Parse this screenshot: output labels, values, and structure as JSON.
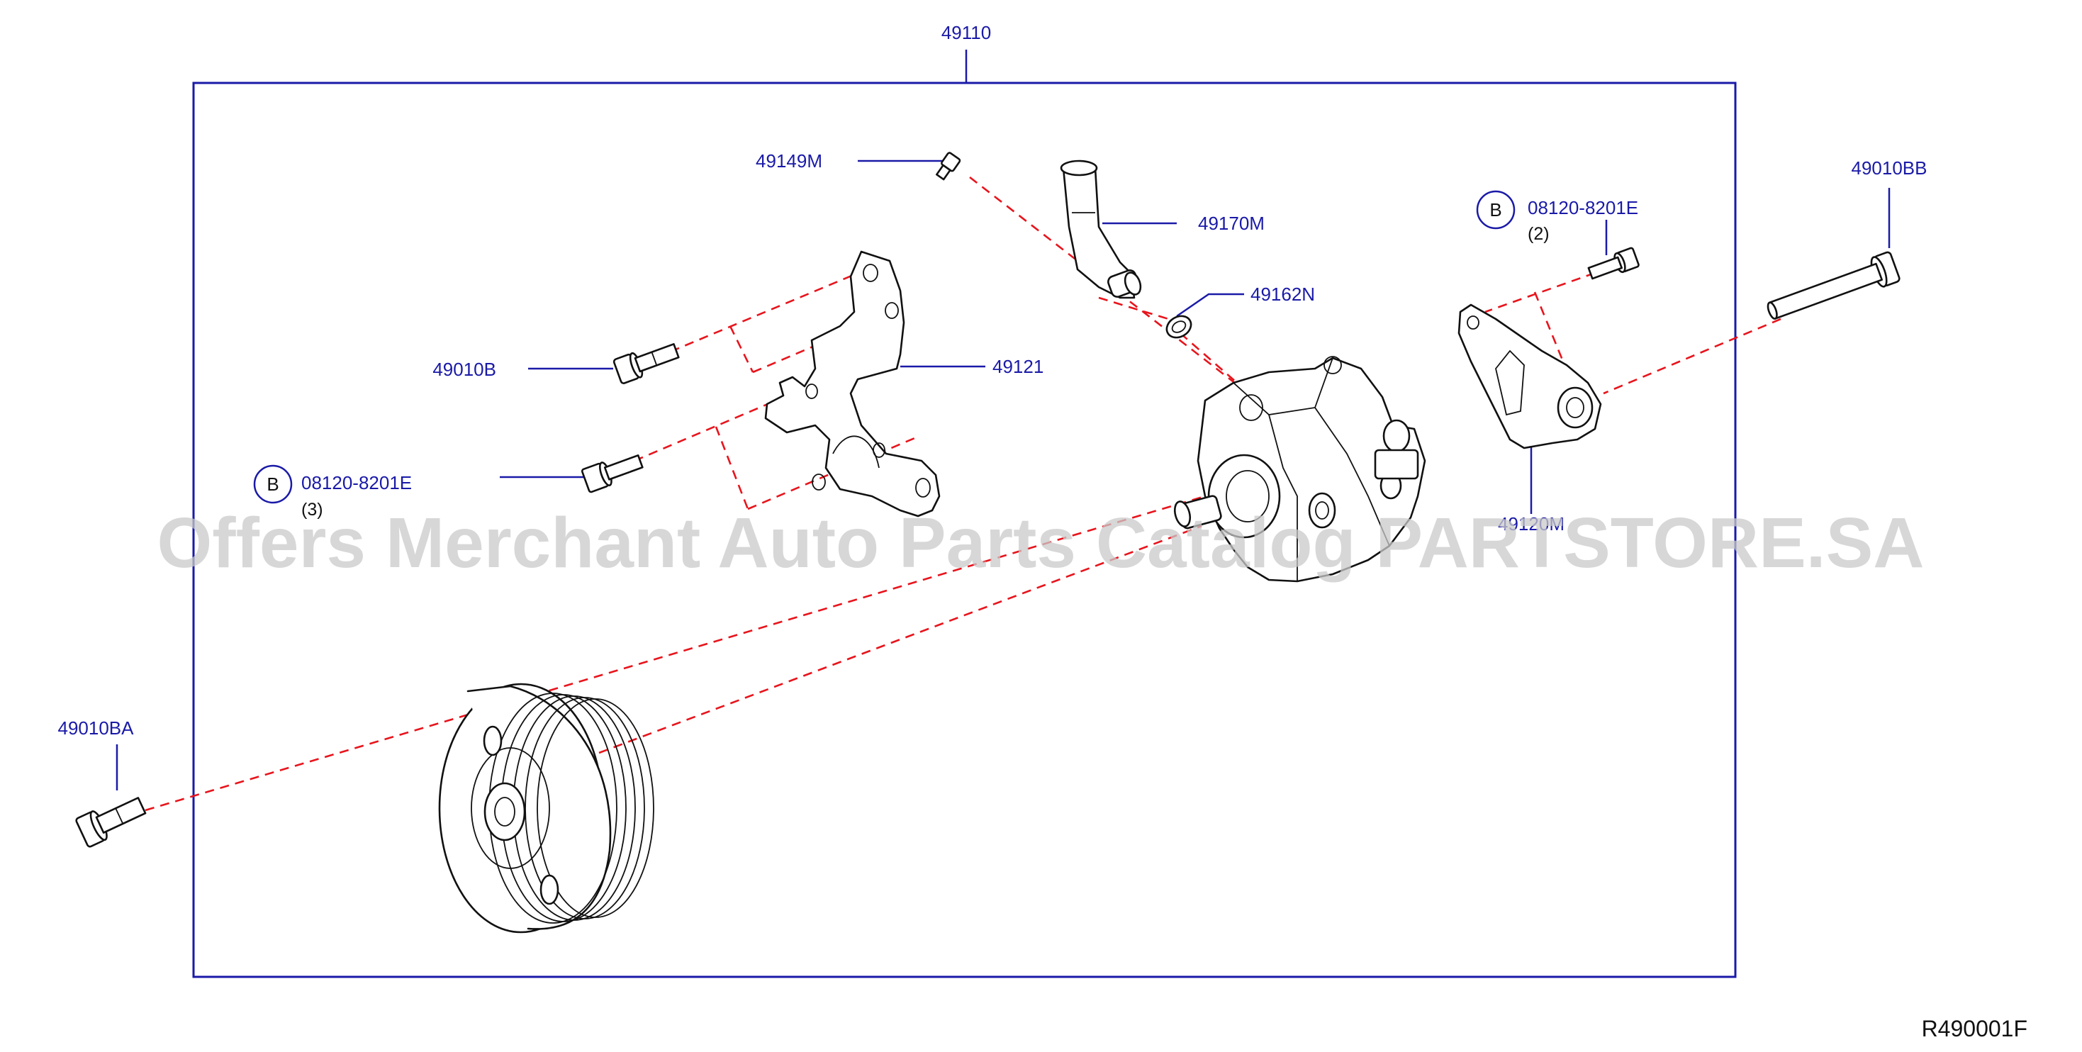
{
  "diagram": {
    "assembly_label": "49110",
    "parts": {
      "p49149M": "49149M",
      "p49170M": "49170M",
      "p49162N": "49162N",
      "p49010B": "49010B",
      "p49121": "49121",
      "p49010BB": "49010BB",
      "p49010BA": "49010BA",
      "p49120M": "49120M"
    },
    "bolt_spec": {
      "symbol": "B",
      "part_number": "08120-8201E",
      "qty_upper": "(2)",
      "qty_lower": "(3)"
    },
    "figure_code": "R490001F",
    "watermark": "Offers Merchant Auto Parts Catalog PARTSTORE.SA",
    "colors": {
      "label": "#1a1aa8",
      "leader_dash": "#e8141c",
      "outline": "#111111",
      "frame": "#1a1aa8",
      "watermark": "#c9c9c9"
    }
  }
}
